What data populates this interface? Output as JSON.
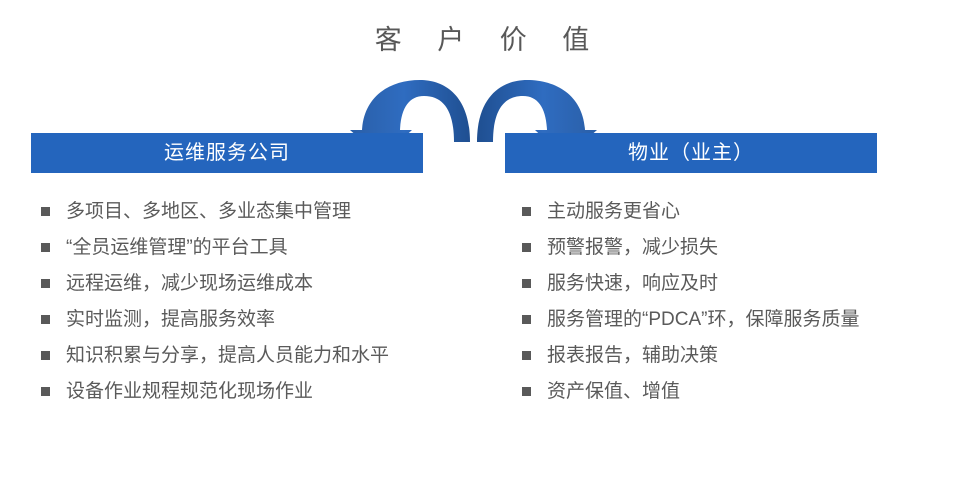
{
  "slide": {
    "title": "客 户 价 值",
    "background_color": "#ffffff",
    "accent_color": "#2465bd",
    "text_color": "#595959"
  },
  "arrows": {
    "left_arrow_name": "curved-arrow-to-left-box",
    "right_arrow_name": "curved-arrow-to-right-box",
    "color": "#2a63b0"
  },
  "columns": [
    {
      "header": "运维服务公司",
      "items": [
        "多项目、多地区、多业态集中管理",
        "“全员运维管理”的平台工具",
        "远程运维，减少现场运维成本",
        "实时监测，提高服务效率",
        "知识积累与分享，提高人员能力和水平",
        "设备作业规程规范化现场作业"
      ]
    },
    {
      "header": "物业（业主）",
      "items": [
        "主动服务更省心",
        "预警报警，减少损失",
        "服务快速，响应及时",
        "服务管理的“PDCA”环，保障服务质量",
        "报表报告，辅助决策",
        "资产保值、增值"
      ]
    }
  ]
}
